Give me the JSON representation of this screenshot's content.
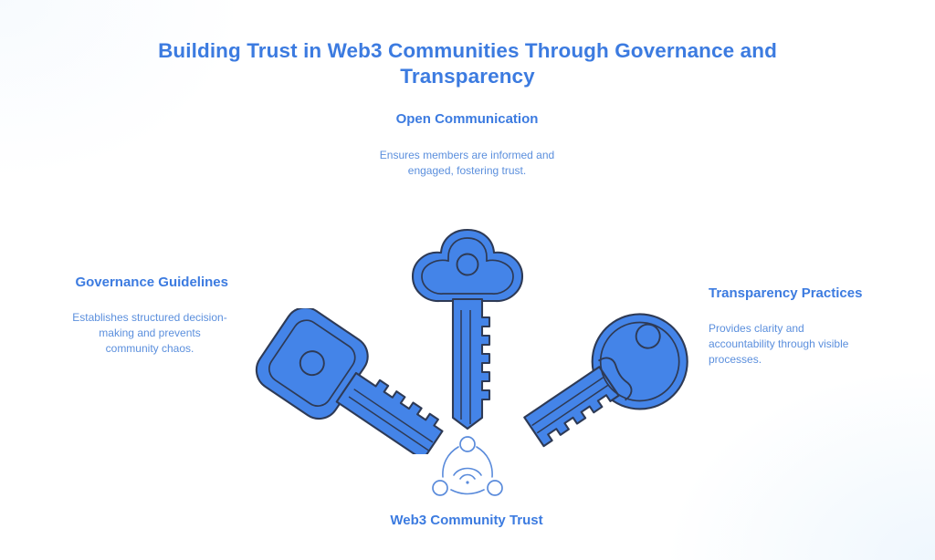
{
  "title": "Building Trust in Web3 Communities Through Governance and Transparency",
  "theme": {
    "accent_blue": "#3C7BE0",
    "body_blue": "#5B8FDD",
    "key_fill": "#4484E8",
    "key_stroke": "#2E3A55",
    "background": "#FFFFFF"
  },
  "nodes": {
    "top": {
      "heading": "Open Communication",
      "body": "Ensures members are informed and engaged, fostering trust.",
      "icon": "key-trefoil-icon"
    },
    "left": {
      "heading": "Governance Guidelines",
      "body": "Establishes structured decision-making and prevents community chaos.",
      "icon": "key-square-bow-icon"
    },
    "right": {
      "heading": "Transparency Practices",
      "body": "Provides clarity and accountability through visible processes.",
      "icon": "key-round-bow-icon"
    },
    "bottom": {
      "heading": "Web3 Community Trust",
      "icon": "community-network-icon"
    }
  }
}
